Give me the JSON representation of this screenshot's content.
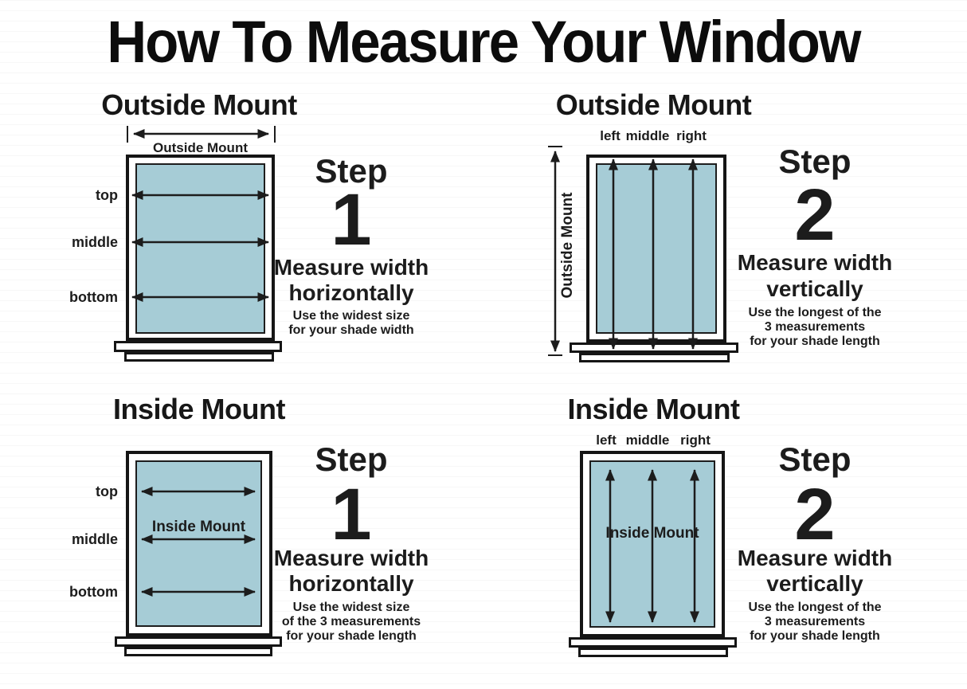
{
  "title": "How To Measure Your Window",
  "colors": {
    "pane": "#a6ccd6",
    "ink": "#1c1c1c"
  },
  "quadrants": {
    "tl": {
      "heading": "Outside Mount",
      "ruler_label": "Outside Mount",
      "row_labels": [
        "top",
        "middle",
        "bottom"
      ],
      "step": {
        "label": "Step",
        "number": "1",
        "title_line1": "Measure width",
        "title_line2": "horizontally",
        "note_lines": [
          "Use the widest size",
          "for your shade width"
        ]
      }
    },
    "tr": {
      "heading": "Outside Mount",
      "ruler_label": "Outside Mount",
      "col_labels": [
        "left",
        "middle",
        "right"
      ],
      "step": {
        "label": "Step",
        "number": "2",
        "title_line1": "Measure width",
        "title_line2": "vertically",
        "note_lines": [
          "Use the longest of the",
          "3 measurements",
          "for your shade length"
        ]
      }
    },
    "bl": {
      "heading": "Inside Mount",
      "pane_label": "Inside Mount",
      "row_labels": [
        "top",
        "middle",
        "bottom"
      ],
      "step": {
        "label": "Step",
        "number": "1",
        "title_line1": "Measure width",
        "title_line2": "horizontally",
        "note_lines": [
          "Use the widest size",
          "of the 3 measurements",
          "for your shade length"
        ]
      }
    },
    "br": {
      "heading": "Inside Mount",
      "pane_label": "Inside Mount",
      "col_labels": [
        "left",
        "middle",
        "right"
      ],
      "step": {
        "label": "Step",
        "number": "2",
        "title_line1": "Measure width",
        "title_line2": "vertically",
        "note_lines": [
          "Use the longest of the",
          "3 measurements",
          "for your shade length"
        ]
      }
    }
  }
}
